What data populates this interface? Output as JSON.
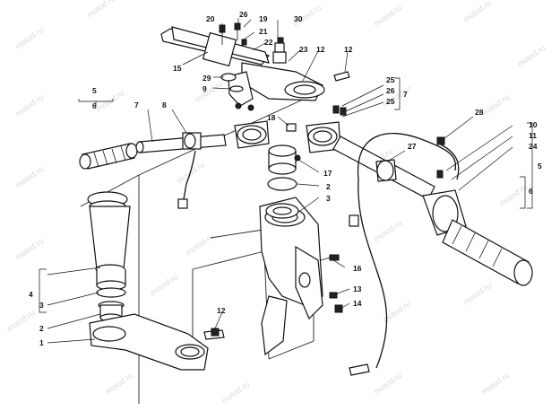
{
  "watermark": "motod.ru",
  "callouts": {
    "c1": "1",
    "c2": "2",
    "c3": "3",
    "c4": "4",
    "c5": "5",
    "c6": "6",
    "c7": "7",
    "c8": "8",
    "c9": "9",
    "c10": "10",
    "c11": "11",
    "c12": "12",
    "c13": "13",
    "c14": "14",
    "c15": "15",
    "c16": "16",
    "c17": "17",
    "c18": "18",
    "c19": "19",
    "c20": "20",
    "c21": "21",
    "c22": "22",
    "c23": "23",
    "c24": "24",
    "c25": "25",
    "c26": "26",
    "c27": "27",
    "c28": "28",
    "c29": "29",
    "c30": "30"
  }
}
